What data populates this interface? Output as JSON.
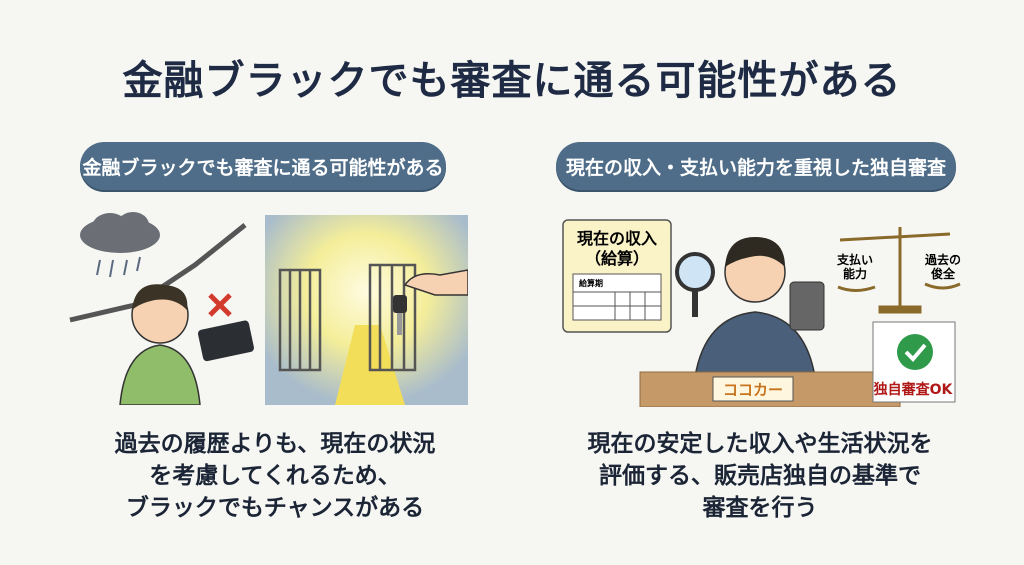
{
  "title": "金融ブラックでも審査に通る可能性がある",
  "left": {
    "header": "金融ブラックでも審査に通る可能性がある",
    "caption_lines": [
      "過去の履歴よりも、現在の状況",
      "を考慮してくれるため、",
      "ブラックでもチャンスがある"
    ]
  },
  "right": {
    "header": "現在の収入・支払い能力を重視した独自審査",
    "income_sign": [
      "現在の収入",
      "（給算）"
    ],
    "payslip_label": "給算期",
    "scale_left": [
      "支払い",
      "能力"
    ],
    "scale_right": [
      "過去の",
      "俊全"
    ],
    "nameplate": "ココカー",
    "stamp": "独自審査OK",
    "caption_lines": [
      "現在の安定した収入や生活状況を",
      "評価する、販売店独自の基準で",
      "審査を行う"
    ]
  },
  "colors": {
    "title": "#1f2b44",
    "pill": "#4f6d88",
    "check": "#2e9a4a",
    "stamp_text": "#b01818"
  }
}
